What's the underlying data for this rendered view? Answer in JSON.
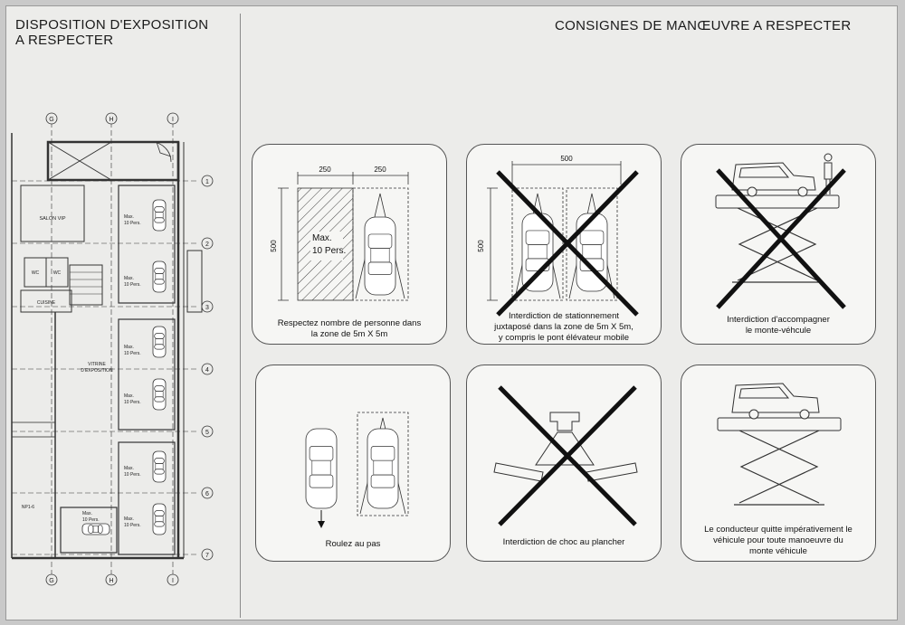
{
  "left_panel": {
    "title_line1": "DISPOSITION D'EXPOSITION",
    "title_line2": "A RESPECTER",
    "columns": [
      "G",
      "H",
      "I"
    ],
    "rows": [
      "1",
      "2",
      "3",
      "4",
      "5",
      "6",
      "7"
    ],
    "rooms": {
      "salon": "SALON VIP",
      "wc1": "WC",
      "wc2": "WC",
      "cuisine": "CUISINE",
      "vitrine_line1": "VITRINE",
      "vitrine_line2": "D'EXPOSITION",
      "np": "NP1-6"
    },
    "capacity_line1": "Max.",
    "capacity_line2": "10 Pers."
  },
  "right_panel": {
    "title": "CONSIGNES DE MANŒUVRE A RESPECTER",
    "panels": [
      {
        "caption_lines": [
          "Respectez nombre de personne dans",
          "la zone de 5m X 5m"
        ],
        "dim_a": "250",
        "dim_b": "250",
        "dim_side": "500",
        "label_line1": "Max.",
        "label_line2": "10 Pers."
      },
      {
        "caption_lines": [
          "Interdiction de stationnement",
          "juxtaposé dans la zone de 5m X 5m,",
          "y compris le pont élévateur mobile"
        ],
        "dim_top": "500",
        "dim_side": "500"
      },
      {
        "caption_lines": [
          "Interdiction d'accompagner",
          "le monte-véhcule"
        ]
      },
      {
        "caption_lines": [
          "Roulez au pas"
        ]
      },
      {
        "caption_lines": [
          "Interdiction de choc au plancher"
        ]
      },
      {
        "caption_lines": [
          "Le conducteur quitte impérativement le",
          "véhicule pour toute manoeuvre du",
          "monte véhicule"
        ]
      }
    ]
  }
}
